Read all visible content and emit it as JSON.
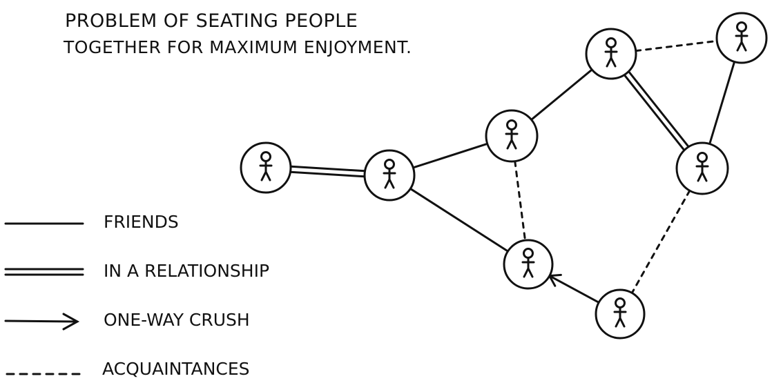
{
  "title": {
    "line1": "PROBLEM OF SEATING PEOPLE",
    "line2": "TOGETHER FOR MAXIMUM ENJOYMENT."
  },
  "legend": [
    {
      "key": "friends",
      "label": "FRIENDS",
      "style": "solid"
    },
    {
      "key": "relationship",
      "label": "IN A RELATIONSHIP",
      "style": "double"
    },
    {
      "key": "crush",
      "label": "ONE-WAY CRUSH",
      "style": "arrow"
    },
    {
      "key": "acquaintances",
      "label": "ACQUAINTANCES",
      "style": "dashed"
    }
  ],
  "graph": {
    "people": [
      "p1",
      "p2",
      "p3",
      "p4",
      "p5",
      "p6",
      "p7",
      "p8"
    ],
    "relations": [
      {
        "from": "p1",
        "to": "p2",
        "type": "relationship"
      },
      {
        "from": "p2",
        "to": "p3",
        "type": "friends"
      },
      {
        "from": "p2",
        "to": "p7",
        "type": "friends"
      },
      {
        "from": "p3",
        "to": "p4",
        "type": "friends"
      },
      {
        "from": "p3",
        "to": "p7",
        "type": "acquaintances"
      },
      {
        "from": "p4",
        "to": "p5",
        "type": "acquaintances"
      },
      {
        "from": "p4",
        "to": "p6",
        "type": "relationship"
      },
      {
        "from": "p5",
        "to": "p6",
        "type": "friends"
      },
      {
        "from": "p6",
        "to": "p8",
        "type": "acquaintances"
      },
      {
        "from": "p8",
        "to": "p7",
        "type": "crush"
      }
    ]
  },
  "colors": {
    "ink": "#111111",
    "background": "#ffffff"
  }
}
